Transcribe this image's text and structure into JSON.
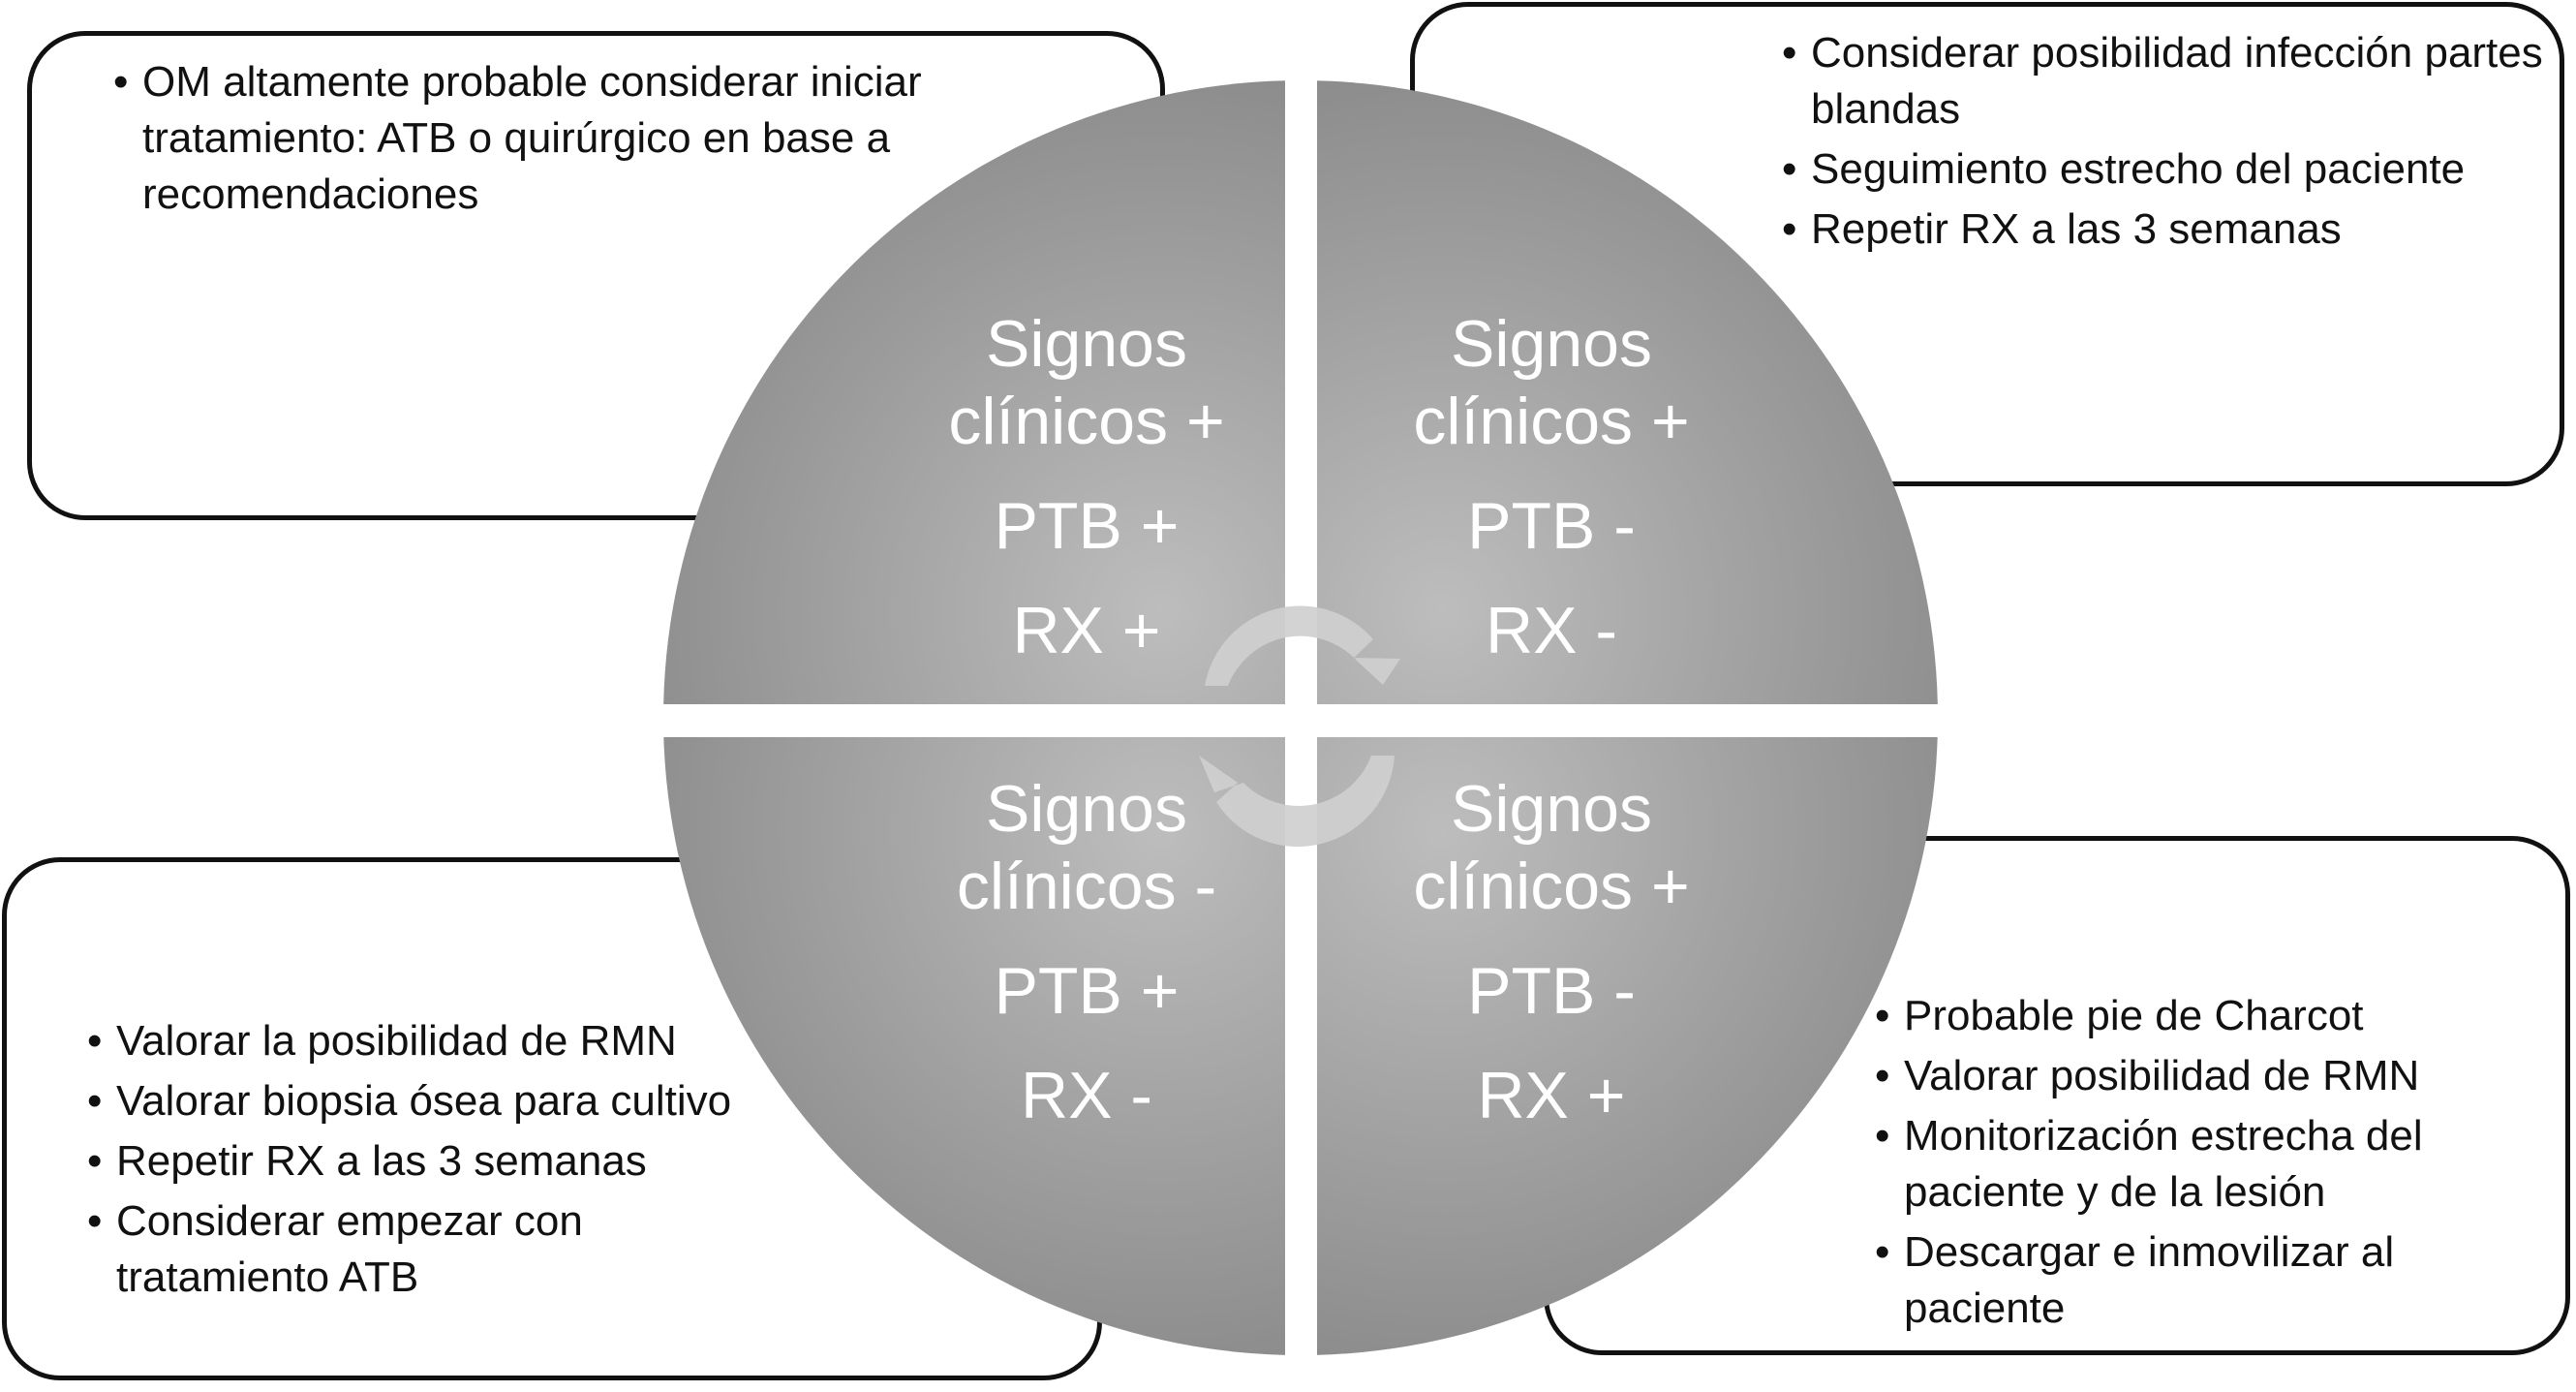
{
  "colors": {
    "circle_dark": "#8a8a8a",
    "circle_light": "#bdbdbd",
    "arrow": "#cfcfcf",
    "box_border": "#111111",
    "quadrant_text": "#ffffff"
  },
  "quadrants": [
    {
      "id": "top-left",
      "lines": [
        "Signos",
        "clínicos +",
        "PTB +",
        "RX +"
      ]
    },
    {
      "id": "top-right",
      "lines": [
        "Signos",
        "clínicos +",
        "PTB -",
        "RX -"
      ]
    },
    {
      "id": "bottom-left",
      "lines": [
        "Signos",
        "clínicos -",
        "PTB +",
        "RX -"
      ]
    },
    {
      "id": "bottom-right",
      "lines": [
        "Signos",
        "clínicos +",
        "PTB -",
        "RX +"
      ]
    }
  ],
  "cycle_icon": "circular-arrows-icon",
  "boxes": {
    "top_left": {
      "items": [
        "OM altamente probable considerar iniciar tratamiento: ATB o quirúrgico en base a recomendaciones"
      ]
    },
    "top_right": {
      "items": [
        "Considerar posibilidad infección partes blandas",
        "Seguimiento estrecho del paciente",
        "Repetir RX a las 3 semanas"
      ]
    },
    "bottom_left": {
      "items": [
        "Valorar la posibilidad de RMN",
        "Valorar biopsia ósea para cultivo",
        "Repetir RX a las 3 semanas",
        "Considerar empezar con tratamiento ATB"
      ]
    },
    "bottom_right": {
      "items": [
        "Probable pie de Charcot",
        "Valorar posibilidad de RMN",
        "Monitorización estrecha del paciente y de la lesión",
        "Descargar e inmovilizar al paciente"
      ]
    }
  }
}
